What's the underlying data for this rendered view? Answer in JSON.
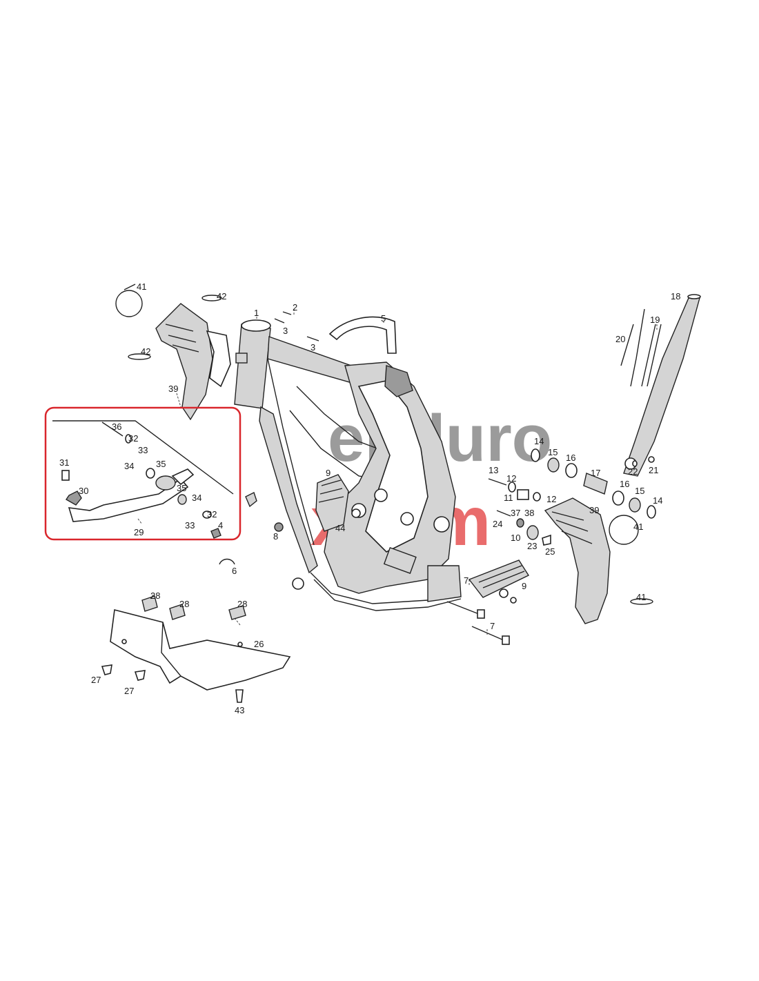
{
  "watermark": {
    "top": "enduro",
    "bottom": "xcom"
  },
  "colors": {
    "highlight_box": "#d9262c",
    "watermark_grey": "#8a8a8a",
    "watermark_red": "#e23b3b"
  },
  "callouts": {
    "c1": "1",
    "c2": "2",
    "c3a": "3",
    "c3b": "3",
    "c4": "4",
    "c5": "5",
    "c6": "6",
    "c7a": "7",
    "c7b": "7",
    "c8": "8",
    "c9a": "9",
    "c9b": "9",
    "c10": "10",
    "c11": "11",
    "c12a": "12",
    "c12b": "12",
    "c13": "13",
    "c14a": "14",
    "c14b": "14",
    "c15a": "15",
    "c15b": "15",
    "c16a": "16",
    "c16b": "16",
    "c17": "17",
    "c18": "18",
    "c19": "19",
    "c20": "20",
    "c21": "21",
    "c22": "22",
    "c23": "23",
    "c24": "24",
    "c25": "25",
    "c26": "26",
    "c27a": "27",
    "c27b": "27",
    "c28a": "28",
    "c28b": "28",
    "c28c": "28",
    "c29": "29",
    "c30": "30",
    "c31": "31",
    "c32a": "32",
    "c32b": "32",
    "c33a": "33",
    "c33b": "33",
    "c34a": "34",
    "c34b": "34",
    "c35a": "35",
    "c35b": "35",
    "c36": "36",
    "c37": "37",
    "c38": "38",
    "c39a": "39",
    "c39b": "39",
    "c41a": "41",
    "c41b": "41",
    "c41c": "41",
    "c42a": "42",
    "c42b": "42",
    "c43": "43",
    "c44": "44"
  }
}
